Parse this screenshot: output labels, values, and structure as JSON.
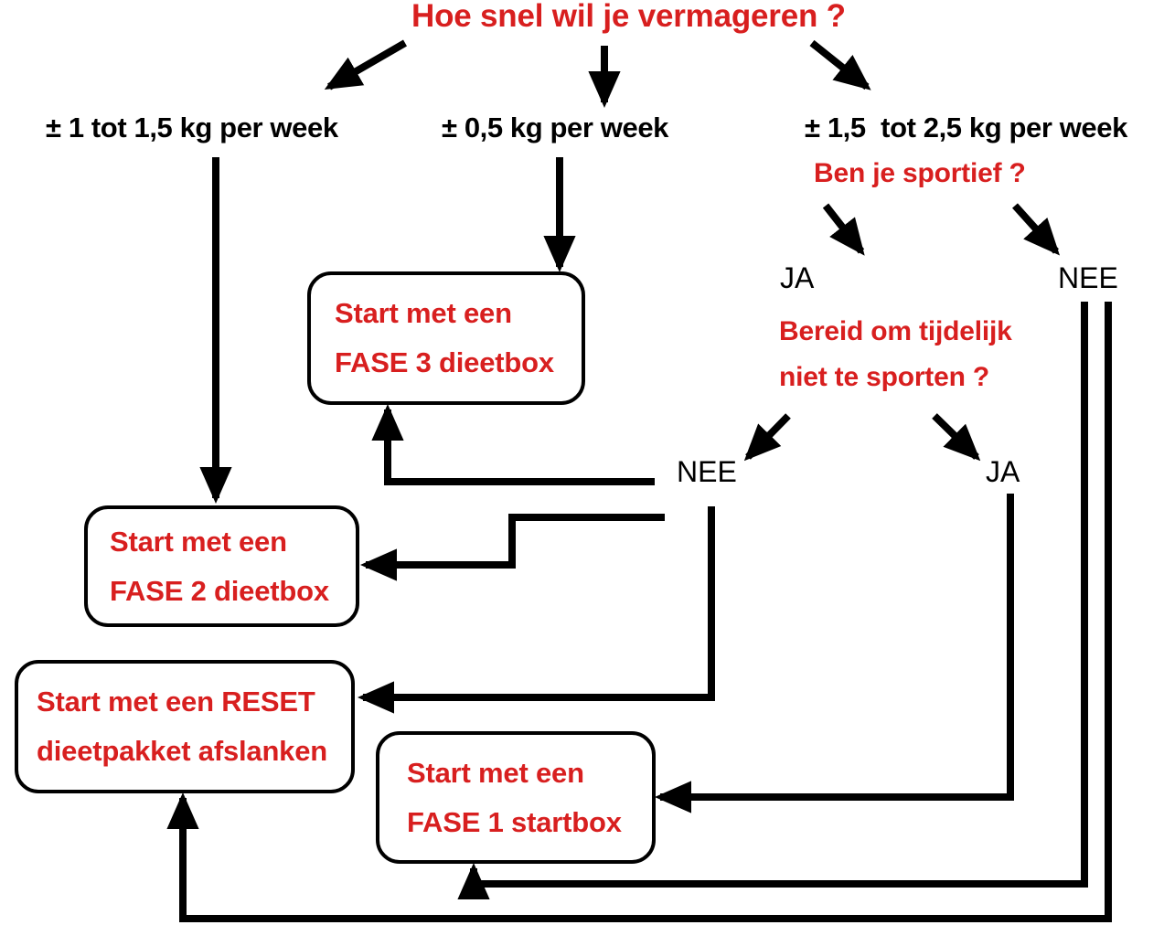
{
  "diagram": {
    "title": "Hoe snel wil je vermageren ?",
    "language": "nl",
    "accent_red": "#d81f1f",
    "line_black": "#000000",
    "background": "#ffffff"
  },
  "questions": {
    "root": "Hoe snel wil je vermageren ?",
    "sportief": "Ben je sportief ?",
    "tijdelijk_line1": "Bereid om tijdelijk",
    "tijdelijk_line2": "niet te sporten ?"
  },
  "branches": [
    {
      "id": "branch-left",
      "label": "± 1 tot 1,5 kg per week"
    },
    {
      "id": "branch-middle",
      "label": "± 0,5 kg per week"
    },
    {
      "id": "branch-right",
      "label": "± 1,5  tot 2,5 kg per week"
    }
  ],
  "answers": {
    "sportief_ja": "JA",
    "sportief_nee": "NEE",
    "sporten_nee": "NEE",
    "sporten_ja": "JA"
  },
  "nodes": [
    {
      "id": "fase-3-dieetbox",
      "line1": "Start met een",
      "line2": "FASE 3 dieetbox"
    },
    {
      "id": "fase-2-dieetbox",
      "line1": "Start met een",
      "line2": "FASE 2 dieetbox"
    },
    {
      "id": "reset-dieetpakket",
      "line1": "Start met een RESET",
      "line2": "dieetpakket afslanken"
    },
    {
      "id": "fase-1-startbox",
      "line1": "Start met een",
      "line2": "FASE 1 startbox"
    }
  ]
}
